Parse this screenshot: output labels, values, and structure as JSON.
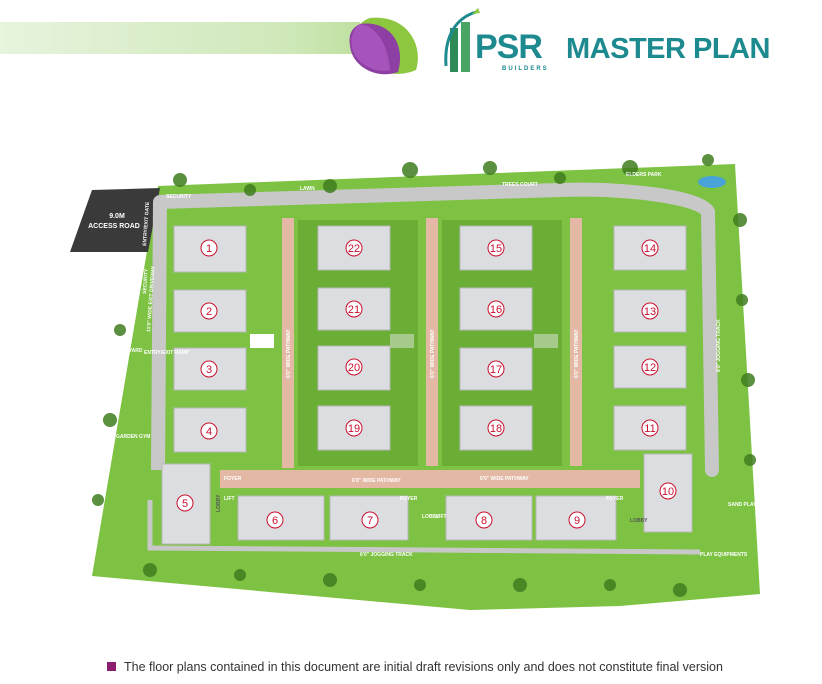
{
  "brand": {
    "name": "PSR",
    "sub": "BUILDERS"
  },
  "title": "MASTER PLAN",
  "road": {
    "line1": "9.0M",
    "line2": "ACCESS ROAD"
  },
  "labels": {
    "security_top": "SECURITY",
    "security_side": "SECURITY",
    "entry_exit_gate": "ENTRY/EXIT GATE",
    "exit_driveway": "11'0\" WIDE EXIT DRIVEWAY",
    "tc_yard": "T.C YARD",
    "entry_exit_ramp": "ENTRY/EXIT RAMP",
    "lawn": "LAWN",
    "trees_court": "TREES COURT",
    "elders_park": "ELDERS PARK",
    "garden_gym": "GARDEN GYM",
    "jogging_track_right": "6'0\" JOGGING TRACK",
    "jogging_track_bottom": "6'0\" JOGGING TRACK",
    "pathway_1": "6'0\" WIDE PATHWAY",
    "pathway_2": "6'0\" WIDE PATHWAY",
    "pathway_3": "6'0\" WIDE PATHWAY",
    "pathway_4": "6'0\" WIDE PATHWAY",
    "pathway_5": "6'0\" WIDE PATHWAY",
    "foyer_1": "FOYER",
    "foyer_2": "FOYER",
    "foyer_3": "FOYER",
    "lobby_1": "LOBBY",
    "lobby_2": "LOBBY",
    "lobby_3": "LOBBY",
    "lift_1": "LIFT",
    "lift_2": "LIFT",
    "sand_play": "SAND PLAY",
    "play_equipments": "PLAY EQUIPMENTS"
  },
  "blocks": [
    "1",
    "2",
    "3",
    "4",
    "5",
    "6",
    "7",
    "8",
    "9",
    "10",
    "11",
    "12",
    "13",
    "14",
    "15",
    "16",
    "17",
    "18",
    "19",
    "20",
    "21",
    "22"
  ],
  "colors": {
    "grass": "#7dc242",
    "road": "#c8c8c8",
    "block": "#dcdde0",
    "number": "#c8102e",
    "teal": "#1c8a8f"
  },
  "footer": "The floor plans contained in this document are initial draft revisions only and does not constitute final version"
}
